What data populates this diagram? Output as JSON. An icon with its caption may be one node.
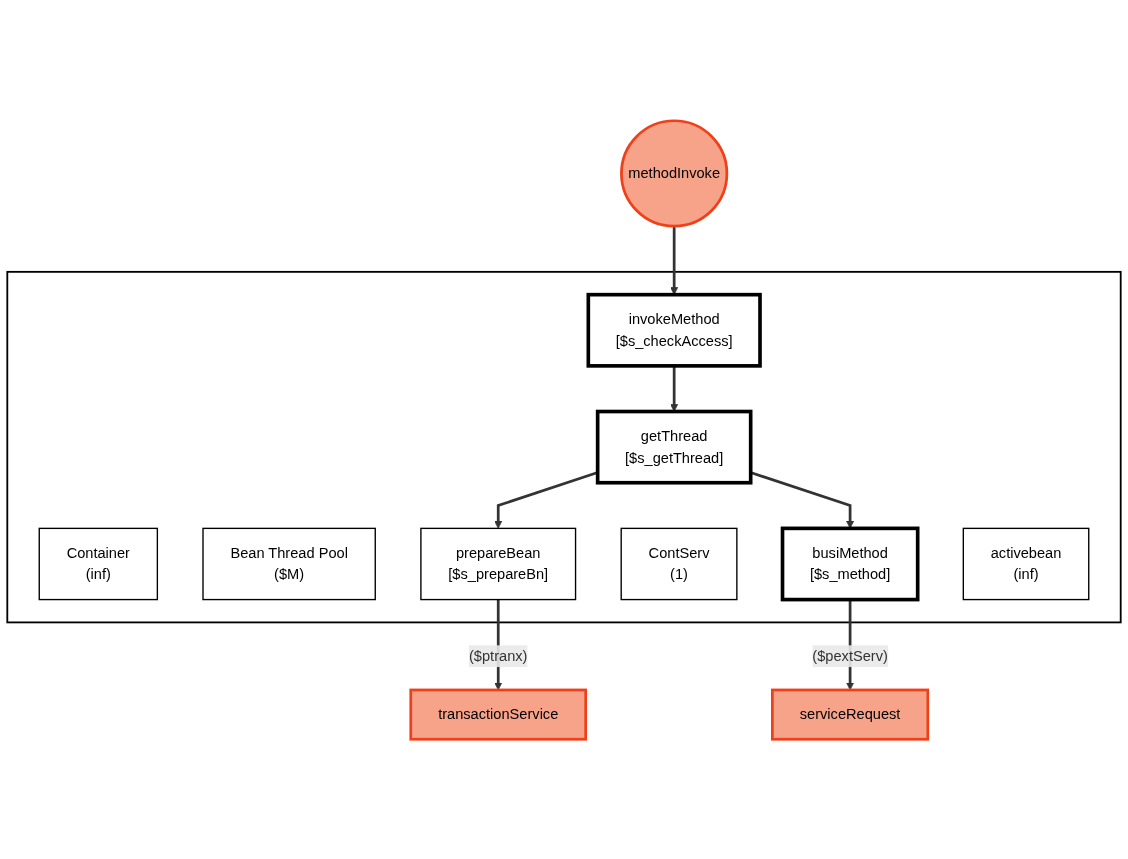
{
  "diagram": {
    "nodes": [
      {
        "text": [],
        "shape": "box"
      },
      {
        "text": [
          "methodInvoke"
        ]
      },
      {
        "text": [
          "invokeMethod",
          "[$s_checkAccess]"
        ],
        "in": 0
      },
      {
        "text": [
          "Container",
          "(inf)"
        ],
        "in": 0
      },
      {
        "text": [
          "getThread",
          "[$s_getThread]"
        ],
        "in": 0
      },
      {
        "text": [
          "Bean Thread Pool",
          "($M)"
        ],
        "in": 0
      },
      {
        "text": [
          "prepareBean",
          "[$s_prepareBn]"
        ],
        "in": 0
      },
      {
        "text": [
          "ContServ",
          "(1)"
        ],
        "in": 0
      },
      {
        "text": [
          "busiMethod",
          "[$s_method]"
        ],
        "in": 0
      },
      {
        "text": [
          "activebean",
          "(inf)"
        ],
        "in": 0
      },
      {
        "text": [
          "transactionService"
        ]
      },
      {
        "text": [
          "serviceRequest"
        ]
      }
    ],
    "edges": [
      {
        "from": 1,
        "to": 2,
        "arrow": "to"
      },
      {
        "from": 2,
        "to": 4,
        "arrow": "to"
      },
      {
        "from": 4,
        "to": 6,
        "arrow": "to"
      },
      {
        "from": 4,
        "to": 8,
        "arrow": "to"
      },
      {
        "from": 6,
        "to": 10,
        "label": "($ptranx)",
        "arrow": "to"
      },
      {
        "from": 8,
        "to": 11,
        "label": "($pextServ)",
        "arrow": "to"
      }
    ]
  }
}
